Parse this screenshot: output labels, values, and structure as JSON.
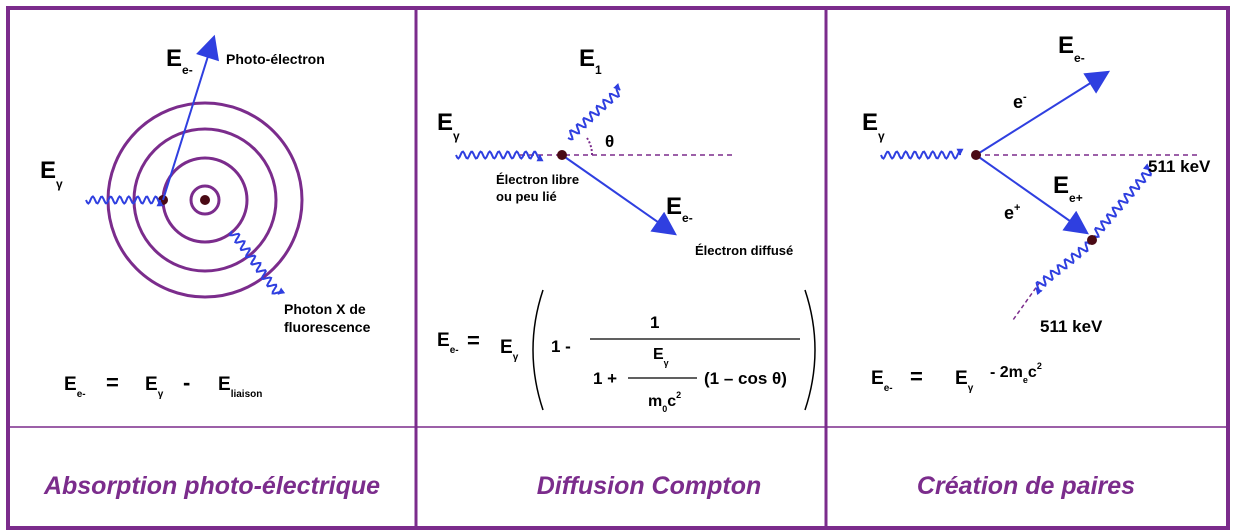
{
  "colors": {
    "border": "#7b2c8c",
    "arrow": "#2f3fe0",
    "orbit": "#7b2c8c",
    "text": "#000000"
  },
  "panel1": {
    "title": "Absorption photo-électrique",
    "e_sym": "E",
    "sub_eminus": "e-",
    "sub_gamma": "γ",
    "sub_liaison": "liaison",
    "photoelectron": "Photo-électron",
    "fluo_line1": "Photon X de",
    "fluo_line2": "fluorescence",
    "eq_equals": "=",
    "eq_minus": "-"
  },
  "panel2": {
    "title": "Diffusion Compton",
    "e_sym": "E",
    "sub_1": "1",
    "sub_gamma": "γ",
    "sub_eminus": "e-",
    "theta": "θ",
    "electron_line1": "Électron libre",
    "electron_line2": "ou peu lié",
    "electron_diffuse": "Électron diffusé",
    "eq_equals": "=",
    "eq_one_minus": "1 -",
    "eq_one": "1",
    "eq_one_plus": "1 +",
    "eq_m": "m",
    "eq_m_sub": "0",
    "eq_c": "c",
    "eq_c_sup": "2",
    "eq_cos": "(1 – cos θ)"
  },
  "panel3": {
    "title": "Création de paires",
    "e_sym": "E",
    "sub_gamma": "γ",
    "sub_eminus": "e-",
    "sub_eplus": "e+",
    "e_label": "e",
    "sup_minus": "-",
    "sup_plus": "+",
    "kev_top": "511 keV",
    "kev_bottom": "511 keV",
    "eq_equals": "=",
    "eq_minus_2m": "- 2m",
    "eq_m_sub": "e",
    "eq_c": "c",
    "eq_c_sup": "2"
  }
}
